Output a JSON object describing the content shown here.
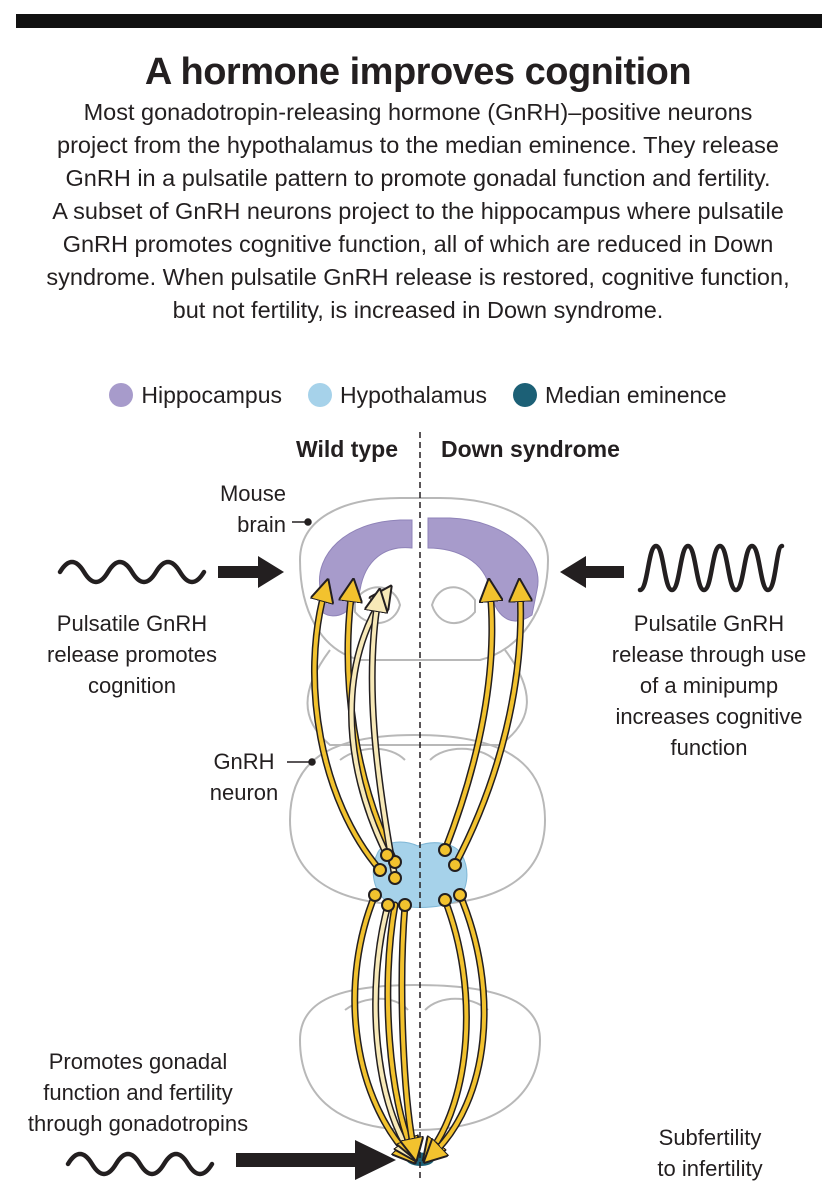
{
  "header": {
    "title": "A hormone improves cognition",
    "intro_lines": [
      "Most gonadotropin-releasing hormone (GnRH)–positive neurons",
      "project from the hypothalamus to the median eminence. They release",
      "GnRH in a pulsatile pattern to promote gonadal function and fertility.",
      "A subset of GnRH neurons project to the hippocampus where pulsatile",
      "GnRH promotes cognitive function, all of which are reduced in Down",
      "syndrome. When pulsatile GnRH release is restored, cognitive function,",
      "but not fertility, is increased in Down syndrome."
    ]
  },
  "legend": [
    {
      "label": "Hippocampus",
      "color": "#a79bcb"
    },
    {
      "label": "Hypothalamus",
      "color": "#a6d2ea"
    },
    {
      "label": "Median eminence",
      "color": "#1c6076"
    }
  ],
  "columns": {
    "left": "Wild type",
    "right": "Down syndrome"
  },
  "labels": {
    "mouse_brain": [
      "Mouse",
      "brain"
    ],
    "gnrh_neuron": [
      "GnRH",
      "neuron"
    ],
    "left_cognition": [
      "Pulsatile GnRH",
      "release promotes",
      "cognition"
    ],
    "right_cognition": [
      "Pulsatile GnRH",
      "release through use",
      "of a minipump",
      "increases cognitive",
      "function"
    ],
    "left_fertility": [
      "Promotes gonadal",
      "function and fertility",
      "through gonadotropins"
    ],
    "right_fertility": [
      "Subfertility",
      "to infertility"
    ]
  },
  "colors": {
    "axon_yellow": "#f2c22e",
    "axon_pale": "#f7e9b8",
    "outline": "#b8b8b8",
    "arrow": "#231f20"
  }
}
